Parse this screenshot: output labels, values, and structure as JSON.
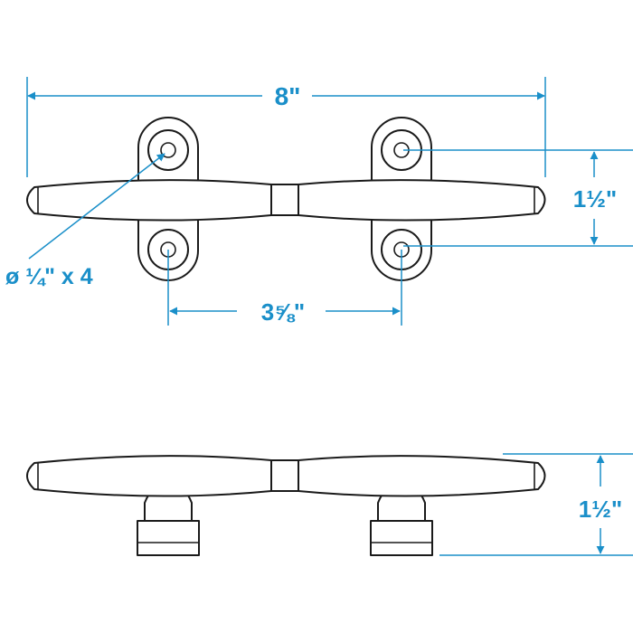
{
  "dimensions": {
    "overall_length": "8\"",
    "base_height_top": "1½\"",
    "hole_callout": "ø ¼\" x 4",
    "hole_spacing": "3⅝\"",
    "side_height": "1½\""
  },
  "colors": {
    "dimension": "#1a8fc9",
    "outline": "#1a1a1a",
    "background": "#ffffff"
  }
}
